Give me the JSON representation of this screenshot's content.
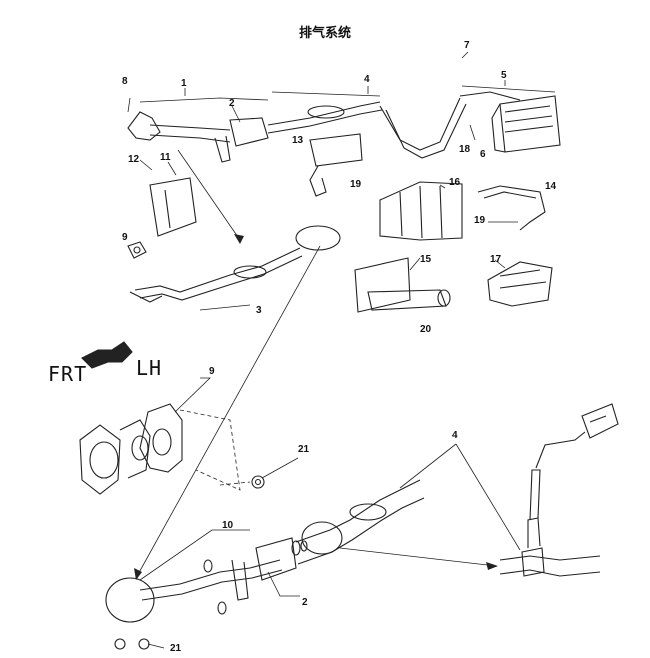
{
  "title": "排气系统",
  "direction": {
    "front": "FRT",
    "left": "LH"
  },
  "callouts": [
    "1",
    "2",
    "3",
    "4",
    "5",
    "6",
    "7",
    "8",
    "9",
    "10",
    "11",
    "12",
    "13",
    "14",
    "15",
    "16",
    "17",
    "18",
    "19",
    "20",
    "21"
  ]
}
